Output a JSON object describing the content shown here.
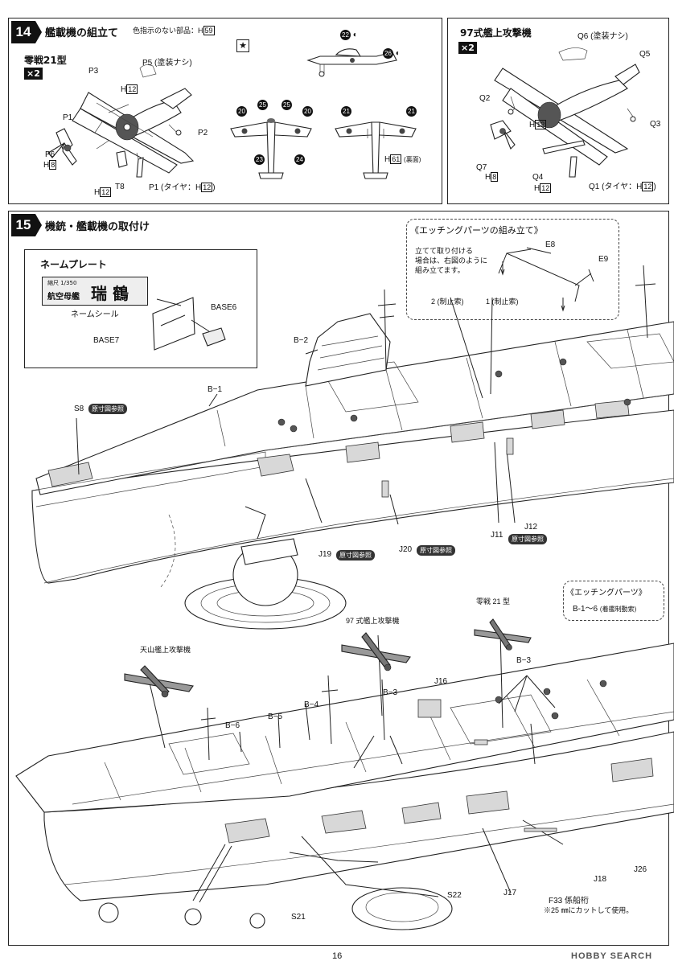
{
  "step14": {
    "number": "14",
    "title": "艦載機の組立て",
    "note": "色指示のない部品：",
    "note_part": "H",
    "note_num": "59",
    "zero": {
      "title": "零戦21型",
      "multiplier": "×2",
      "labels": {
        "p3": "P3",
        "p5": "P5 (塗装ナシ)",
        "p1": "P1",
        "p2": "P2",
        "p6": "P6",
        "h8": "H",
        "h8n": "8",
        "h12a": "H",
        "h12an": "12",
        "t8": "T8",
        "h12b": "H",
        "h12bn": "12",
        "p1tire": "P1 (タイヤ：H",
        "p1tiren": "12",
        "p1tireend": ")"
      }
    },
    "decals": {
      "n22": "22",
      "n26": "26",
      "n20a": "20",
      "n25a": "25",
      "n25b": "25",
      "n20b": "20",
      "n23": "23",
      "n24": "24",
      "n21a": "21",
      "n21b": "21",
      "h61": "H",
      "h61n": "61",
      "h61note": "(裏面)"
    },
    "kate": {
      "title": "97式艦上攻撃機",
      "multiplier": "×2",
      "labels": {
        "q6": "Q6 (塗装ナシ)",
        "q5": "Q5",
        "q2": "Q2",
        "q3": "Q3",
        "h12a": "H",
        "h12an": "12",
        "q7": "Q7",
        "h8": "H",
        "h8n": "8",
        "q4": "Q4",
        "h12b": "H",
        "h12bn": "12",
        "q1": "Q1 (タイヤ：H",
        "q1n": "12",
        "q1end": ")"
      }
    }
  },
  "step15": {
    "number": "15",
    "title": "機銃・艦載機の取付け",
    "nameplate": {
      "title": "ネームプレート",
      "plate_small": "縮尺 1/350",
      "plate_type": "航空母艦",
      "plate_name": "瑞 鶴",
      "seal": "ネームシール",
      "base6": "BASE6",
      "base7": "BASE7"
    },
    "etching_assembly": {
      "title": "《エッチングパーツの組み立て》",
      "desc1": "立てて取り付ける",
      "desc2": "場合は、右図のように",
      "desc3": "組み立てます。",
      "e8": "E8",
      "e9": "E9",
      "l2": "2 (制止索)",
      "l1": "1 (制止索)"
    },
    "etching_parts": {
      "title": "《エッチングパーツ》",
      "desc": "B-1〜6",
      "note": "(着艦制動索)"
    },
    "labels": {
      "b2": "B−2",
      "b1": "B−1",
      "s8": "S8",
      "s8tag": "原寸図参照",
      "j19": "J19",
      "j19tag": "原寸図参照",
      "j20": "J20",
      "j20tag": "原寸図参照",
      "j11": "J11",
      "j12": "J12",
      "j12tag": "原寸図参照",
      "tenzan": "天山艦上攻撃機",
      "kate97": "97 式艦上攻撃機",
      "zero21": "零戦 21 型",
      "b6": "B−6",
      "b5": "B−5",
      "b4": "B−4",
      "b3a": "B−3",
      "b3b": "B−3",
      "j16": "J16",
      "s22": "S22",
      "s21": "S21",
      "j17": "J17",
      "j18": "J18",
      "j26": "J26",
      "f33": "F33 係船桁",
      "f33note": "※25 ㎜にカットして使用。"
    }
  },
  "footer": {
    "page": "16",
    "watermark": "HOBBY SEARCH"
  }
}
